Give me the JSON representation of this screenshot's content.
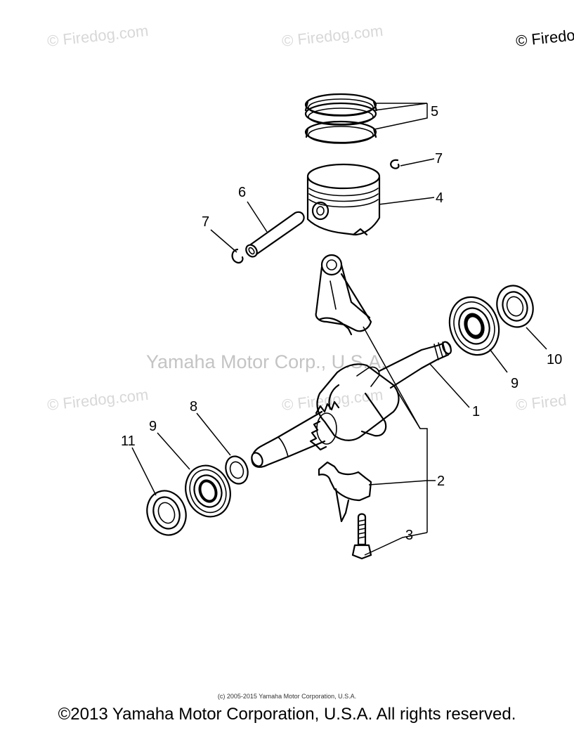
{
  "watermarks": {
    "site": "© Firedog.com",
    "site_cut": "© Firedog",
    "site_cut_right": "© Fired",
    "center": "Yamaha Motor Corp., U.S.A."
  },
  "callouts": {
    "crankshaft": "1",
    "cap": "2",
    "bolt": "3",
    "piston": "4",
    "rings": "5",
    "pin": "6",
    "clip_left": "7",
    "clip_right": "7",
    "washer": "8",
    "bearing_left": "9",
    "bearing_right": "9",
    "seal_right": "10",
    "seal_left": "11"
  },
  "footer": {
    "small": "(c) 2005-2015 Yamaha Motor Corporation, U.S.A.",
    "copyright": "©2013 Yamaha Motor Corporation, U.S.A. All rights reserved."
  }
}
